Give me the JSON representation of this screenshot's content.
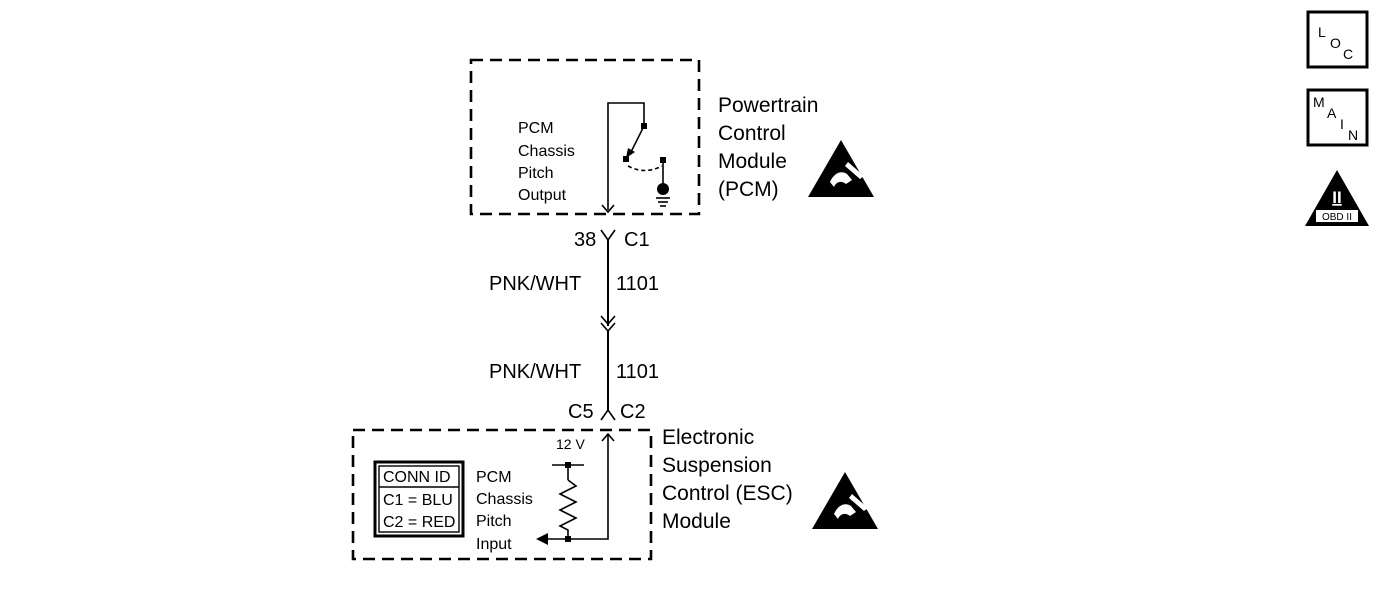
{
  "pcm": {
    "title_lines": [
      "Powertrain",
      "Control",
      "Module",
      "(PCM)"
    ],
    "output_lines": [
      "PCM",
      "Chassis",
      "Pitch",
      "Output"
    ],
    "pin": "38",
    "connector": "C1"
  },
  "wire_segments": [
    {
      "color": "PNK/WHT",
      "circuit": "1101"
    },
    {
      "color": "PNK/WHT",
      "circuit": "1101"
    }
  ],
  "esc": {
    "title_lines": [
      "Electronic",
      "Suspension",
      "Control (ESC)",
      "Module"
    ],
    "input_lines": [
      "PCM",
      "Chassis",
      "Pitch",
      "Input"
    ],
    "pin": "C5",
    "connector": "C2",
    "voltage": "12 V",
    "conn_id": {
      "header": "CONN ID",
      "rows": [
        "C1 = BLU",
        "C2 = RED"
      ]
    }
  },
  "nav_buttons": {
    "loc": [
      "L",
      "O",
      "C"
    ],
    "main": [
      "M",
      "A",
      "I",
      "N"
    ],
    "obd": {
      "numeral": "II",
      "label": "OBD II"
    }
  },
  "icons": {
    "esd_pcm": "esd-warning-icon",
    "esd_esc": "esd-warning-icon",
    "obd": "obd-ii-icon"
  }
}
